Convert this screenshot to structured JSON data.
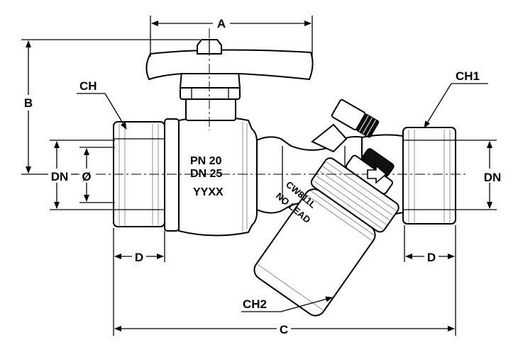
{
  "dimensions": {
    "a": "A",
    "b": "B",
    "c": "C",
    "d_left": "D",
    "d_right": "D",
    "dn_left": "DN",
    "dn_right": "DN",
    "diameter": "Ø"
  },
  "callouts": {
    "ch": "CH",
    "ch1": "CH1",
    "ch2": "CH2"
  },
  "body_marks": {
    "pressure": "PN 20",
    "nominal": "DN 25",
    "date_code": "YYXX",
    "material": "CW811L",
    "lead": "NO LEAD"
  },
  "flow_arrow_icon": "arrow-right-outline-icon"
}
